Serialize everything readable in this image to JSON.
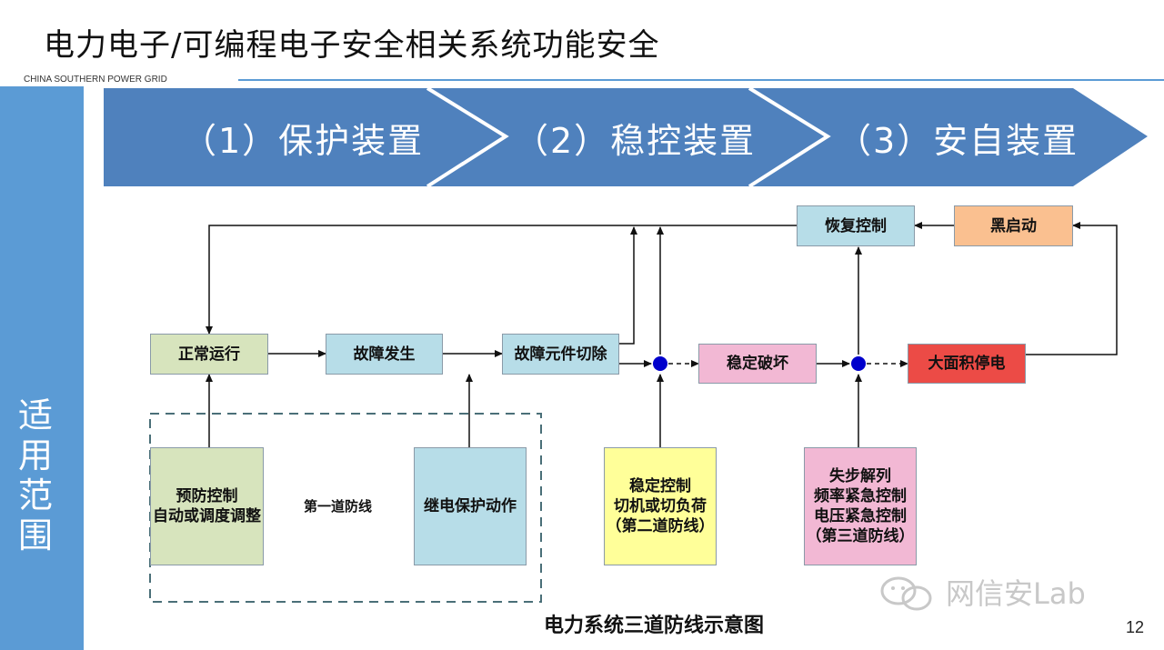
{
  "header": {
    "title": "电力电子/可编程电子安全相关系统功能安全",
    "company": "CHINA SOUTHERN POWER GRID"
  },
  "sidebar": {
    "label": "适用范围"
  },
  "phases": [
    {
      "label": "（1）保护装置"
    },
    {
      "label": "（2）稳控装置"
    },
    {
      "label": "（3）安自装置"
    }
  ],
  "nodes": {
    "normal_operation": "正常运行",
    "fault_occurs": "故障发生",
    "fault_removal": "故障元件切除",
    "stability_loss": "稳定破坏",
    "blackout": "大面积停电",
    "restore_control": "恢复控制",
    "black_start": "黑启动",
    "preventive_control": "预防控制\n自动或调度调整",
    "relay_protection": "继电保护动作",
    "stability_control": "稳定控制\n切机或切负荷\n（第二道防线）",
    "emergency_control": "失步解列\n频率紧急控制\n电压紧急控制\n（第三道防线）"
  },
  "first_line_label": "第一道防线",
  "caption": "电力系统三道防线示意图",
  "watermark": "网信安Lab",
  "page_number": "12",
  "colors": {
    "sidebar": "#5b9bd5",
    "phase_bar": "#4f81bd",
    "green_box": "#d7e4bd",
    "blue_box": "#b7dde8",
    "pink_box": "#f2b8d4",
    "red_box": "#ec4b46",
    "orange_box": "#fac090",
    "yellow_box": "#ffff99",
    "junction": "#0000cc"
  }
}
